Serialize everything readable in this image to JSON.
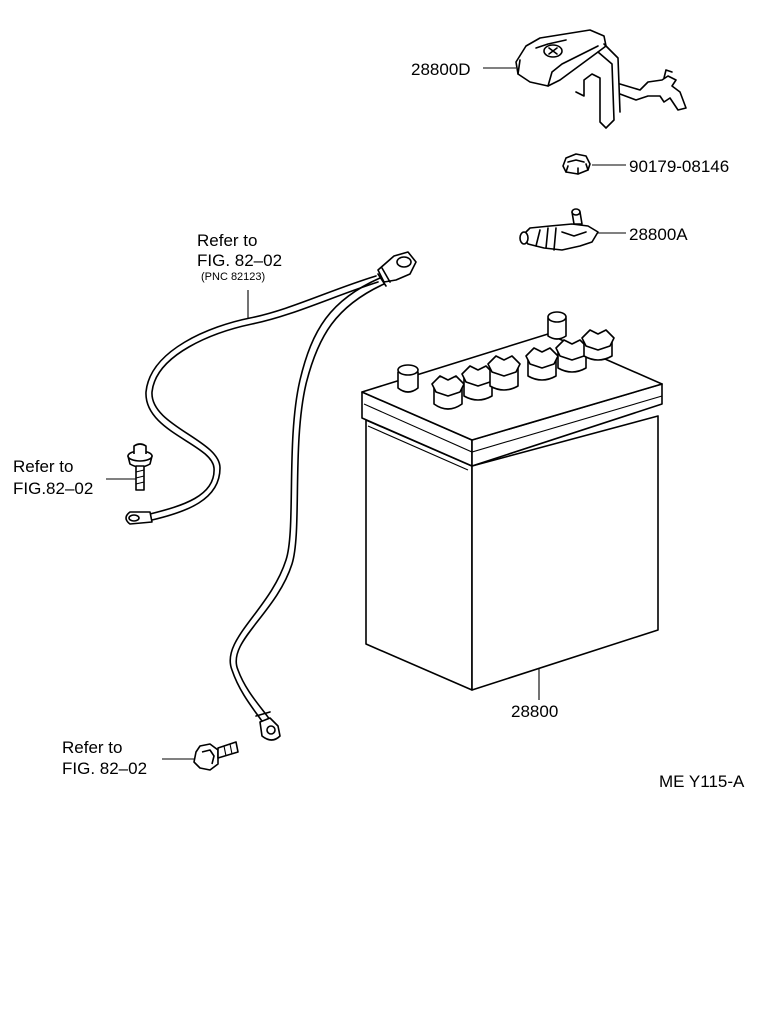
{
  "labels": {
    "cover_part": "28800D",
    "nut_part": "90179-08146",
    "clamp_part": "28800A",
    "battery_part": "28800",
    "cable_ref_line1": "Refer to",
    "cable_ref_line2": "FIG. 82–02",
    "cable_ref_line3": "(PNC 82123)",
    "bolt_left_ref_line1": "Refer to",
    "bolt_left_ref_line2": "FIG.82–02",
    "bolt_bottom_ref_line1": "Refer to",
    "bolt_bottom_ref_line2": "FIG. 82–02",
    "diagram_code": "ME Y115-A"
  }
}
